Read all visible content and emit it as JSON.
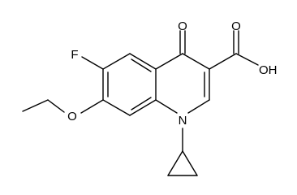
{
  "atom_labels": {
    "fluorine": "F",
    "ketone_oxygen": "O",
    "ether_oxygen": "O",
    "nitrogen": "N",
    "carboxylic_acid": "OH"
  }
}
